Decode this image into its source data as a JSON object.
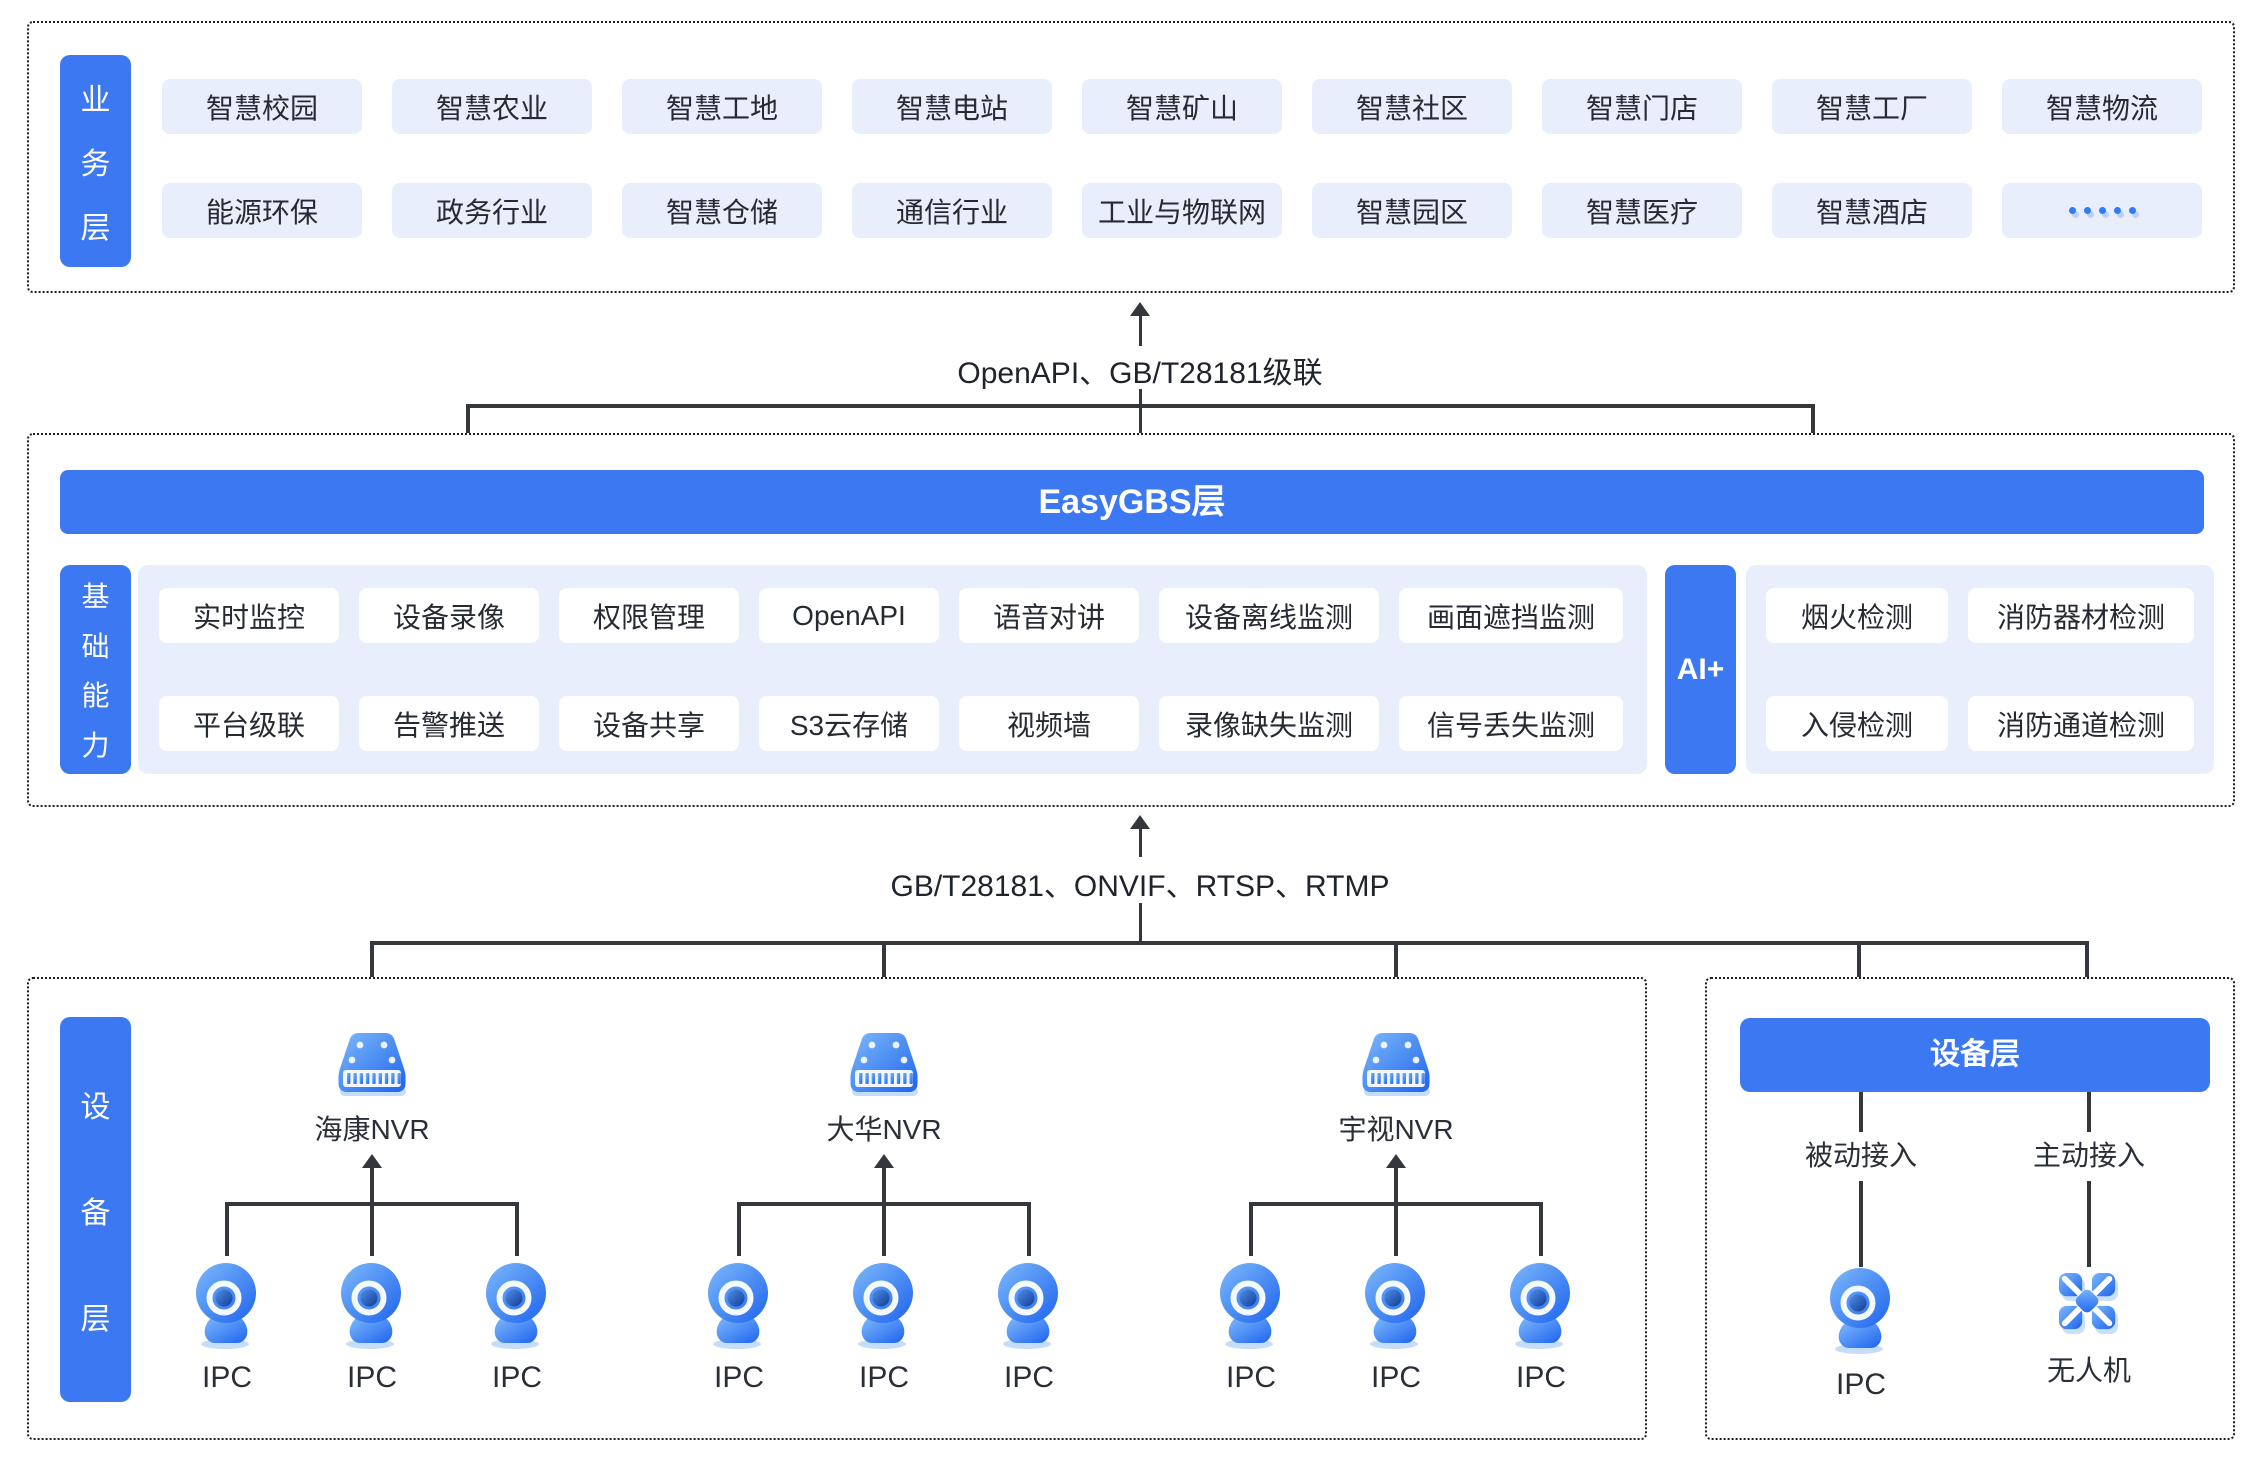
{
  "colors": {
    "accent_blue": "#3c78f2",
    "chip_bg": "#e8eefc",
    "line": "#34373c",
    "dots_blue": "#2e7cf6",
    "text": "#262a33"
  },
  "business_layer": {
    "label": "业务层",
    "row1": [
      "智慧校园",
      "智慧农业",
      "智慧工地",
      "智慧电站",
      "智慧矿山",
      "智慧社区",
      "智慧门店",
      "智慧工厂",
      "智慧物流"
    ],
    "row2": [
      "能源环保",
      "政务行业",
      "智慧仓储",
      "通信行业",
      "工业与物联网",
      "智慧园区",
      "智慧医疗",
      "智慧酒店"
    ],
    "more_dots": "·····"
  },
  "top_connector": {
    "label": "OpenAPI、GB/T28181级联"
  },
  "easygbs": {
    "banner": "EasyGBS层",
    "capability_label": "基础能力",
    "cap_row1": [
      "实时监控",
      "设备录像",
      "权限管理",
      "OpenAPI",
      "语音对讲",
      "设备离线监测",
      "画面遮挡监测"
    ],
    "cap_row2": [
      "平台级联",
      "告警推送",
      "设备共享",
      "S3云存储",
      "视频墙",
      "录像缺失监测",
      "信号丢失监测"
    ],
    "ai_label": "AI+",
    "ai_row1": [
      "烟火检测",
      "消防器材检测"
    ],
    "ai_row2": [
      "入侵检测",
      "消防通道检测"
    ]
  },
  "bottom_connector": {
    "label": "GB/T28181、ONVIF、RTSP、RTMP"
  },
  "device_layer_left": {
    "label": "设备层",
    "groups": [
      {
        "nvr": "海康NVR",
        "cameras": [
          "IPC",
          "IPC",
          "IPC"
        ]
      },
      {
        "nvr": "大华NVR",
        "cameras": [
          "IPC",
          "IPC",
          "IPC"
        ]
      },
      {
        "nvr": "宇视NVR",
        "cameras": [
          "IPC",
          "IPC",
          "IPC"
        ]
      }
    ]
  },
  "device_layer_right": {
    "banner": "设备层",
    "items": [
      {
        "access": "被动接入",
        "device": "IPC",
        "icon": "ipc-camera-icon"
      },
      {
        "access": "主动接入",
        "device": "无人机",
        "icon": "drone-icon"
      }
    ]
  }
}
